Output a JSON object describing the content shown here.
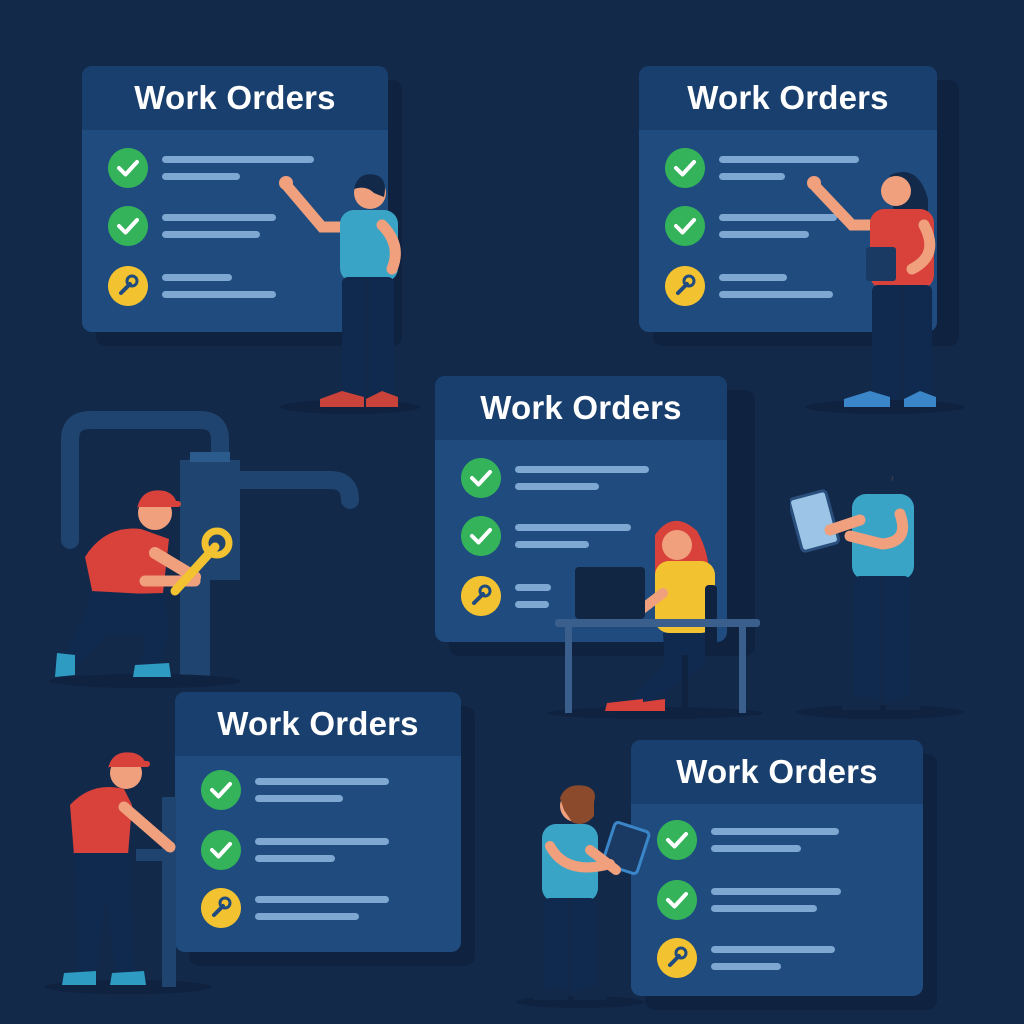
{
  "scene": {
    "background": "#13294a",
    "board_title": "Work Orders",
    "status_colors": {
      "done": "#34b35a",
      "in_progress": "#f2c230"
    },
    "boards": [
      {
        "id": "board-1",
        "items": [
          "check-icon",
          "check-icon",
          "wrench-icon"
        ]
      },
      {
        "id": "board-2",
        "items": [
          "check-icon",
          "check-icon",
          "wrench-icon"
        ]
      },
      {
        "id": "board-3",
        "items": [
          "check-icon",
          "check-icon",
          "wrench-icon"
        ]
      },
      {
        "id": "board-4",
        "items": [
          "check-icon",
          "check-icon",
          "wrench-icon"
        ]
      },
      {
        "id": "board-5",
        "items": [
          "check-icon",
          "check-icon",
          "wrench-icon"
        ]
      }
    ],
    "people": [
      "person-pointing-blue-shirt",
      "person-pointing-red-shirt",
      "plumber-with-wrench",
      "person-at-laptop",
      "person-with-tablet",
      "plumber-at-pipe",
      "person-with-tablet-2"
    ]
  }
}
